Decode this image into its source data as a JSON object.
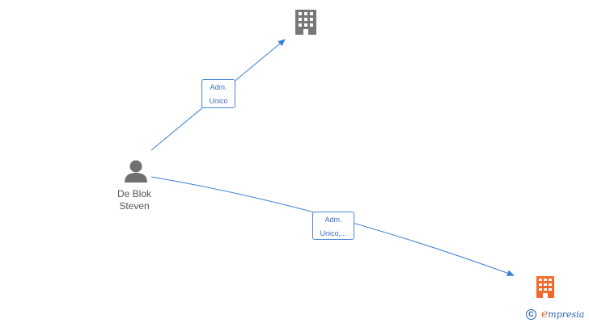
{
  "person": {
    "name_line1": "De Blok",
    "name_line2": "Steven",
    "icon": "person-icon"
  },
  "companies": [
    {
      "icon": "building-icon",
      "color": "#777777"
    },
    {
      "icon": "building-icon",
      "color": "#f26a2e"
    }
  ],
  "relations": [
    {
      "line1": "Adm.",
      "line2": "Unico"
    },
    {
      "line1": "Adm.",
      "line2": "Unico,..."
    }
  ],
  "colors": {
    "edge": "#3a7fd5",
    "person": "#707070",
    "label_border": "#4a86d8"
  },
  "watermark": {
    "symbol": "C",
    "brand": "mpresia",
    "brand_initial": "e"
  }
}
